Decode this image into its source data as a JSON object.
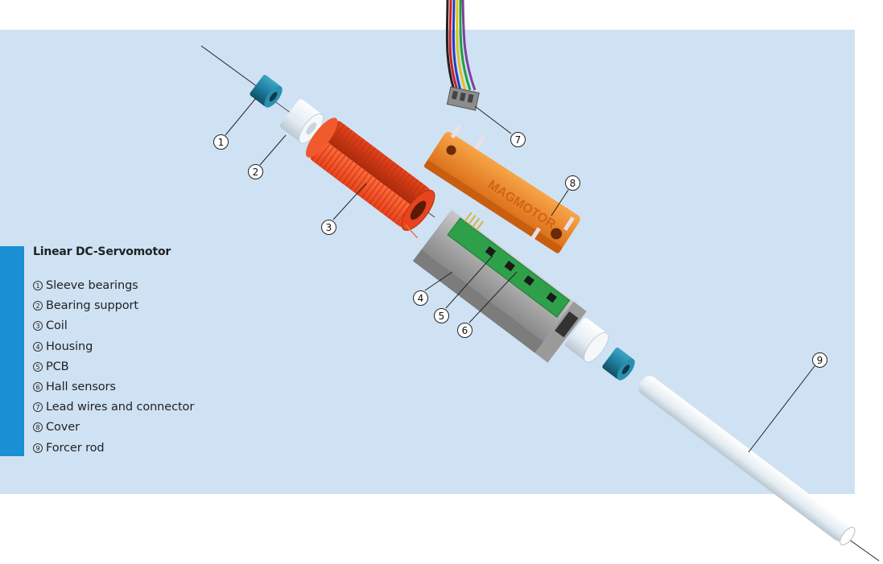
{
  "legend": {
    "title": "Linear DC-Servomotor",
    "items": [
      {
        "num": "1",
        "label": "Sleeve bearings"
      },
      {
        "num": "2",
        "label": "Bearing support"
      },
      {
        "num": "3",
        "label": "Coil"
      },
      {
        "num": "4",
        "label": "Housing"
      },
      {
        "num": "5",
        "label": "PCB"
      },
      {
        "num": "6",
        "label": "Hall sensors"
      },
      {
        "num": "7",
        "label": "Lead wires and connector"
      },
      {
        "num": "8",
        "label": "Cover"
      },
      {
        "num": "9",
        "label": "Forcer rod"
      }
    ]
  },
  "cover_brand": "MAGMOTOR",
  "colors": {
    "background": "#cfe2f4",
    "accent_bar": "#1a8fd4",
    "coil": "#e8431c",
    "cover": "#f08a2a",
    "bearing": "#1f7fa0",
    "pcb": "#2fa04a",
    "housing": "#a8a8a8"
  }
}
